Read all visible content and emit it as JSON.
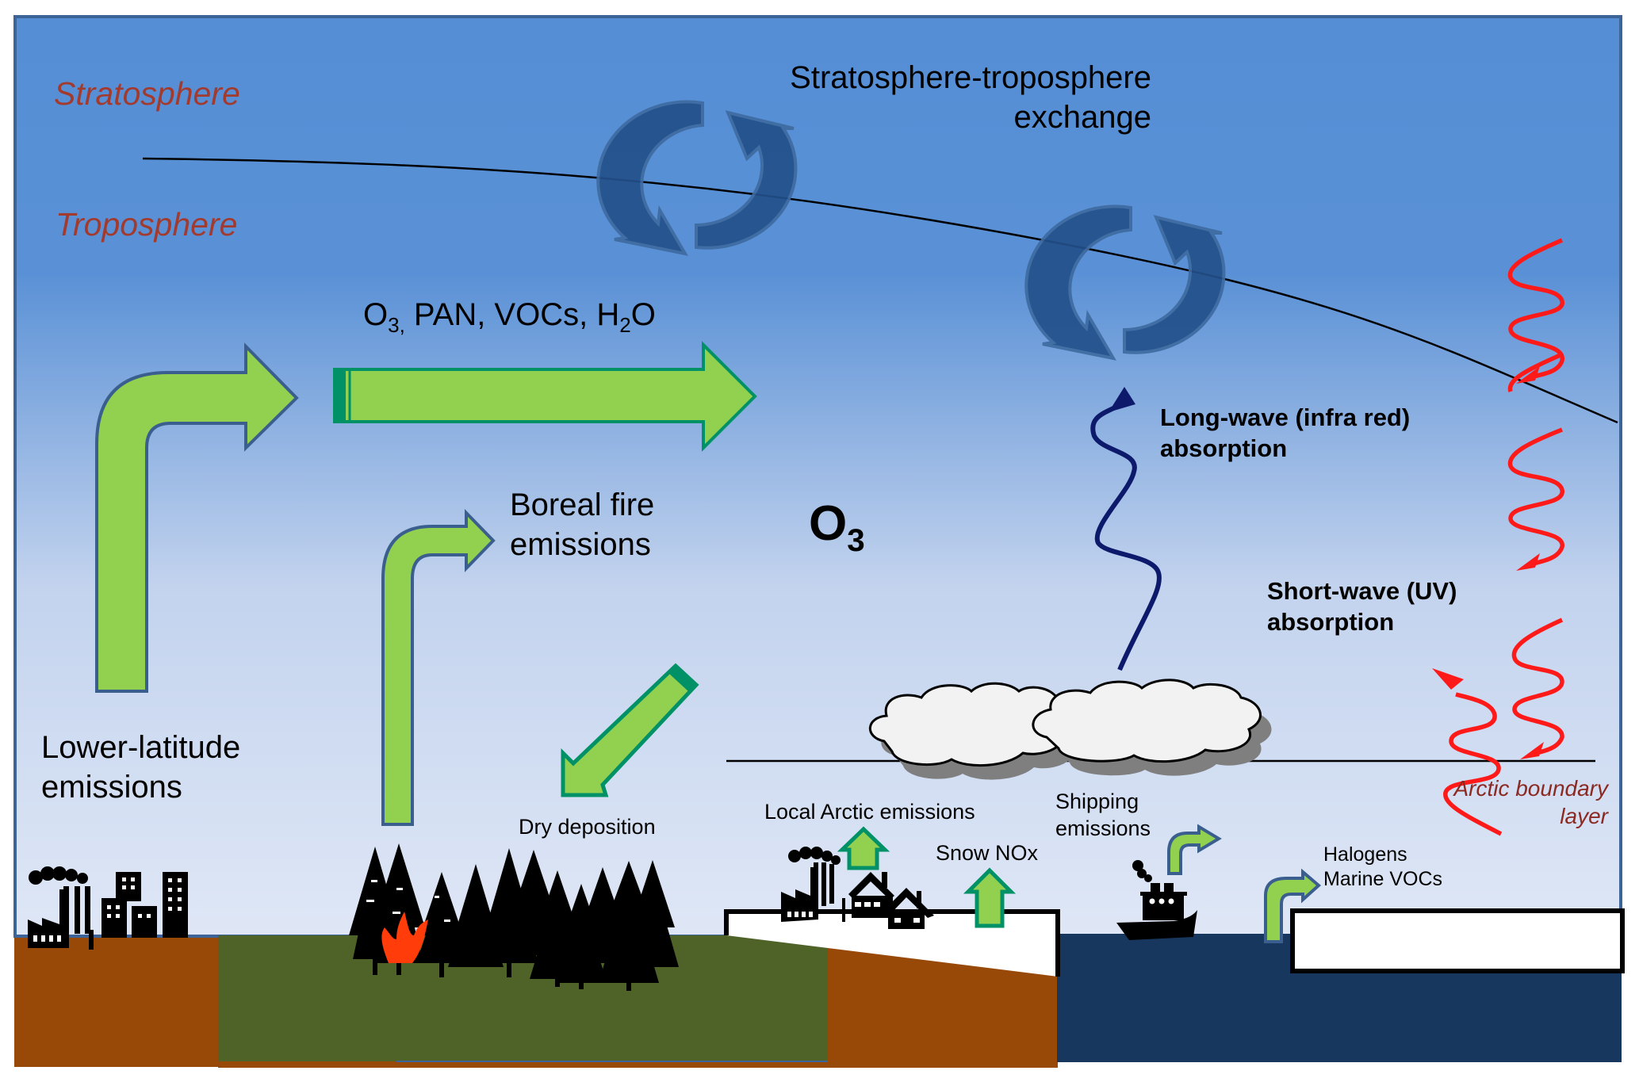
{
  "diagram": {
    "title": "Arctic tropospheric ozone processes",
    "layers": {
      "stratosphere": "Stratosphere",
      "troposphere": "Troposphere",
      "boundary_layer_line1": "Arctic boundary",
      "boundary_layer_line2": "layer"
    },
    "labels": {
      "ste_line1": "Stratosphere-troposphere",
      "ste_line2": "exchange",
      "transport_species": {
        "o": "O",
        "o_sub": "3,",
        "rest": " PAN, VOCs, H",
        "h_sub": "2",
        "tail": "O"
      },
      "ozone": {
        "main": "O",
        "sub": "3"
      },
      "boreal_line1": "Boreal fire",
      "boreal_line2": "emissions",
      "lower_lat_line1": "Lower-latitude",
      "lower_lat_line2": "emissions",
      "dry_deposition": "Dry deposition",
      "local_arctic": "Local Arctic emissions",
      "snow_nox": "Snow NOx",
      "shipping_line1": "Shipping",
      "shipping_line2": "emissions",
      "halogens_line1": "Halogens",
      "halogens_line2": "Marine VOCs",
      "longwave_line1": "Long-wave (infra red)",
      "longwave_line2": "absorption",
      "shortwave_line1": "Short-wave (UV)",
      "shortwave_line2": "absorption"
    },
    "icons": [
      "factory-city-icon",
      "forest-icon",
      "fire-icon",
      "arctic-town-icon",
      "ship-icon",
      "cloud-icon",
      "cycle-arrow-icon"
    ],
    "colors": {
      "sky_top": "#558ed5",
      "sky_bottom": "#dde6f5",
      "frame": "#3d6498",
      "arrow_fill": "#92d050",
      "arrow_outline_blue": "#3a5f8f",
      "arrow_outline_green": "#009266",
      "cycle_arrow": "#22508a",
      "uv_wave": "#ff1a1a",
      "ir_wave": "#0d1a6b",
      "soil": "#984807",
      "forest_ground": "#4f6228",
      "ocean": "#17375e",
      "layer_label": "#a23a2e"
    }
  }
}
